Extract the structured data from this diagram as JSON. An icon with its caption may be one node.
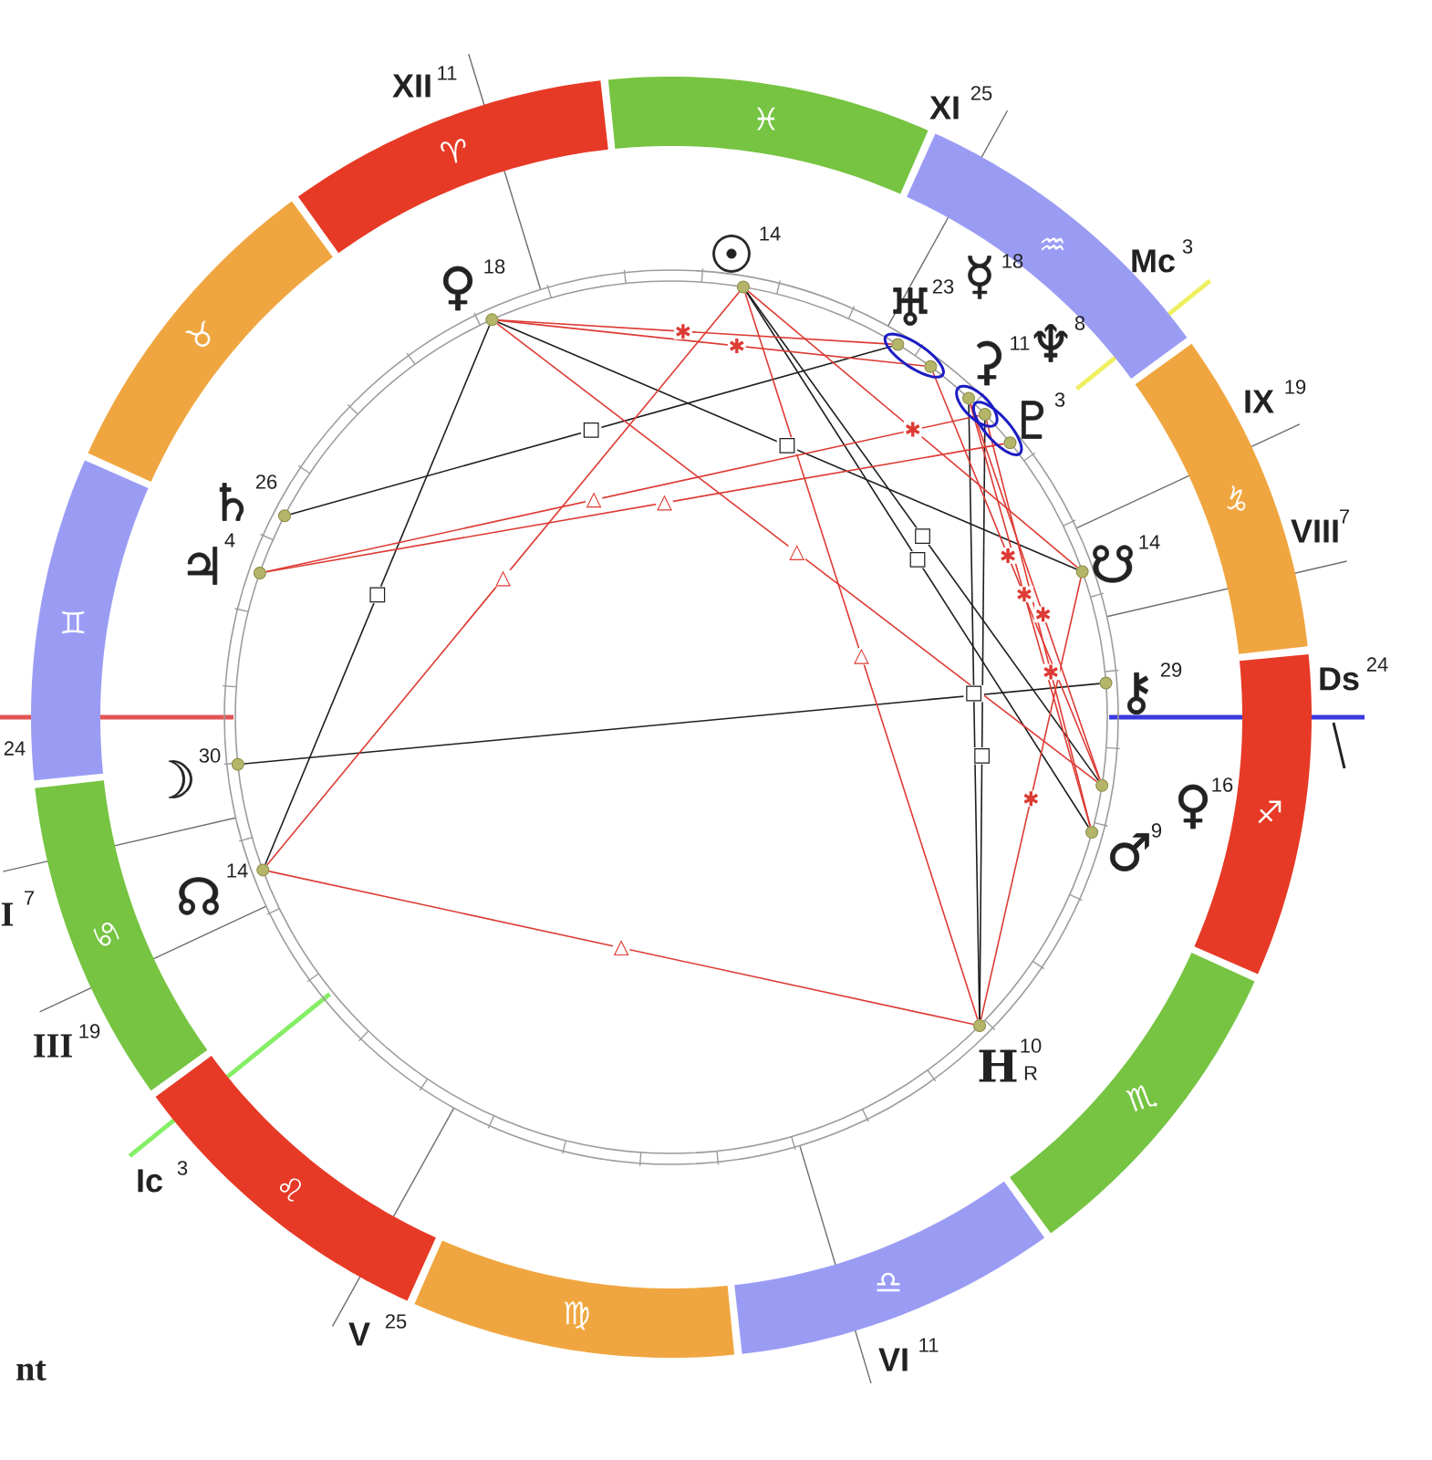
{
  "diagram": {
    "nodes": [
      {
        "text": [
          "♈"
        ]
      },
      {
        "text": [
          "♉"
        ]
      },
      {
        "text": [
          "♊"
        ]
      },
      {
        "text": [
          "♋"
        ]
      },
      {
        "text": [
          "♌"
        ]
      },
      {
        "text": [
          "♍"
        ]
      },
      {
        "text": [
          "♎"
        ]
      },
      {
        "text": [
          "♏"
        ]
      },
      {
        "text": [
          "♐"
        ]
      },
      {
        "text": [
          "♑"
        ]
      },
      {
        "text": [
          "♒"
        ]
      },
      {
        "text": [
          "♓"
        ]
      },
      {
        "text": [
          "♀",
          "18"
        ]
      },
      {
        "text": [
          "☉",
          "14"
        ]
      },
      {
        "text": [
          "♅",
          "23"
        ]
      },
      {
        "text": [
          "☿",
          "18"
        ]
      },
      {
        "text": [
          "⚳",
          "11"
        ]
      },
      {
        "text": [
          "♆",
          "8"
        ]
      },
      {
        "text": [
          "♇",
          "3"
        ]
      },
      {
        "text": [
          "♄",
          "26"
        ]
      },
      {
        "text": [
          "♃",
          "4"
        ]
      },
      {
        "text": [
          "☋",
          "14"
        ]
      },
      {
        "text": [
          "⚷",
          "29"
        ]
      },
      {
        "text": [
          "☽",
          "30"
        ]
      },
      {
        "text": [
          "♀",
          "16"
        ]
      },
      {
        "text": [
          "♂",
          "9"
        ]
      },
      {
        "text": [
          "☊",
          "14"
        ]
      },
      {
        "text": [
          "H",
          "10",
          "R"
        ]
      }
    ],
    "edges": [
      {
        "from": 12,
        "to": 21,
        "arrow": "none",
        "label": "□",
        "color": "#1e1e1e"
      },
      {
        "from": 12,
        "to": 26,
        "arrow": "none",
        "label": "□",
        "color": "#1e1e1e"
      },
      {
        "from": 19,
        "to": 14,
        "arrow": "none",
        "label": "□",
        "color": "#1e1e1e"
      },
      {
        "from": 23,
        "to": 22,
        "arrow": "none",
        "color": "#1e1e1e"
      },
      {
        "from": 13,
        "to": 24,
        "arrow": "none",
        "label": "□",
        "color": "#1e1e1e"
      },
      {
        "from": 13,
        "to": 25,
        "arrow": "none",
        "label": "□",
        "color": "#1e1e1e"
      },
      {
        "from": 16,
        "to": 27,
        "arrow": "none",
        "label": "□",
        "color": "#1e1e1e"
      },
      {
        "from": 17,
        "to": 27,
        "arrow": "none",
        "label": "□",
        "color": "#1e1e1e"
      },
      {
        "from": 12,
        "to": 14,
        "arrow": "none",
        "label": "✱"
      },
      {
        "from": 12,
        "to": 15,
        "arrow": "none",
        "label": "✱"
      },
      {
        "from": 12,
        "to": 24,
        "arrow": "none",
        "label": "△"
      },
      {
        "from": 13,
        "to": 26,
        "arrow": "none",
        "label": "△"
      },
      {
        "from": 13,
        "to": 21,
        "arrow": "none",
        "label": "✱"
      },
      {
        "from": 13,
        "to": 27,
        "arrow": "none",
        "label": "△"
      },
      {
        "from": 20,
        "to": 17,
        "arrow": "none",
        "label": "△"
      },
      {
        "from": 20,
        "to": 18,
        "arrow": "none",
        "label": "△"
      },
      {
        "from": 26,
        "to": 27,
        "arrow": "none",
        "label": "△"
      },
      {
        "from": 27,
        "to": 21,
        "arrow": "none",
        "label": "✱"
      },
      {
        "from": 15,
        "to": 24,
        "arrow": "none",
        "label": "✱"
      },
      {
        "from": 16,
        "to": 24,
        "arrow": "none",
        "label": "✱"
      },
      {
        "from": 16,
        "to": 25,
        "arrow": "none",
        "label": "✱"
      },
      {
        "from": 17,
        "to": 25,
        "arrow": "none",
        "label": "✱"
      }
    ],
    "labels": [
      "XII",
      "11",
      "XI",
      "25",
      "Mc",
      "3",
      "IX",
      "19",
      "VIII",
      "7",
      "Ds",
      "24",
      "24",
      "I",
      "7",
      "III",
      "19",
      "Ic",
      "3",
      "V",
      "25",
      "VI",
      "11",
      "nt"
    ]
  }
}
